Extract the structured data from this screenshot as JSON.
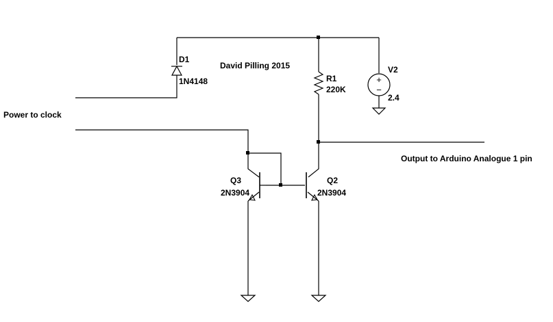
{
  "credit": "David Pilling 2015",
  "nets": {
    "input_label": "Power to clock",
    "output_label": "Output to Arduino Analogue 1 pin"
  },
  "components": {
    "d1": {
      "ref": "D1",
      "value": "1N4148"
    },
    "r1": {
      "ref": "R1",
      "value": "220K"
    },
    "v2": {
      "ref": "V2",
      "value": "2.4",
      "plus": "+",
      "minus": "−"
    },
    "q3": {
      "ref": "Q3",
      "value": "2N3904"
    },
    "q2": {
      "ref": "Q2",
      "value": "2N3904"
    }
  }
}
